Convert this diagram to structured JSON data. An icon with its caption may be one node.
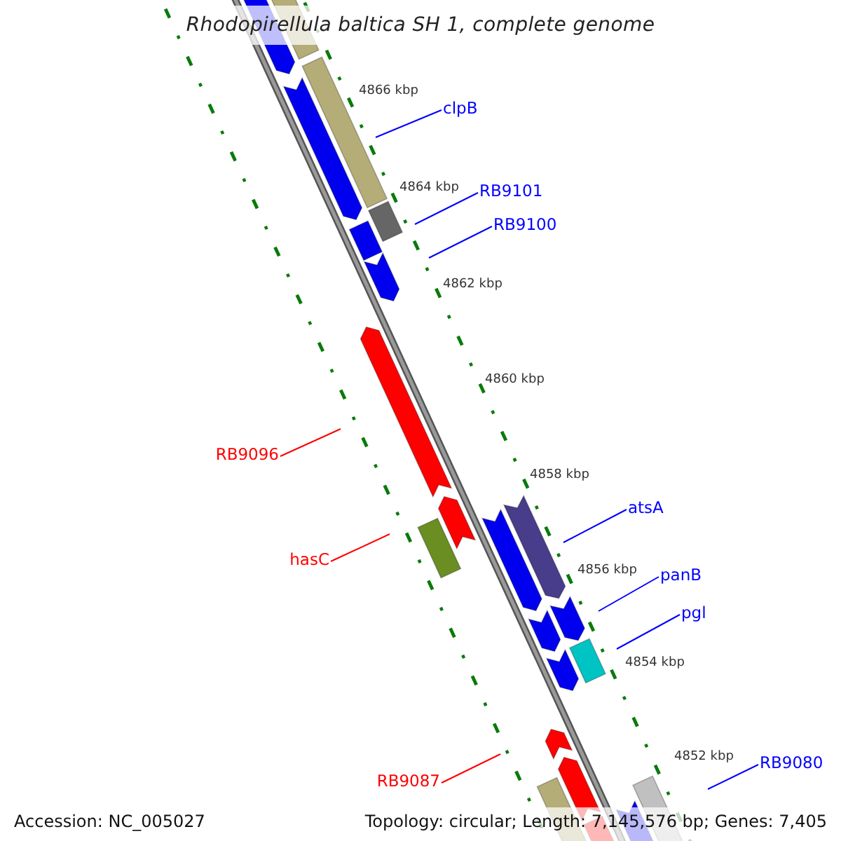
{
  "diagram": {
    "title": "Rhodopirellula baltica SH 1, complete genome",
    "nodes": [
      {
        "text": [
          "clpB"
        ]
      },
      {
        "text": [
          "RB9101"
        ]
      },
      {
        "text": [
          "RB9100"
        ]
      },
      {
        "text": [
          "RB9096"
        ]
      },
      {
        "text": [
          "hasC"
        ]
      },
      {
        "text": [
          "atsA"
        ]
      },
      {
        "text": [
          "panB"
        ]
      },
      {
        "text": [
          "pgl"
        ]
      },
      {
        "text": [
          "RB9087"
        ]
      },
      {
        "text": [
          "RB9080"
        ]
      }
    ],
    "edges": [
      {
        "from": 0,
        "to": null,
        "arrow": "none"
      },
      {
        "from": 1,
        "to": null,
        "arrow": "none"
      },
      {
        "from": 2,
        "to": null,
        "arrow": "none"
      },
      {
        "from": 3,
        "to": null,
        "arrow": "none",
        "color": "#ff0000"
      },
      {
        "from": 4,
        "to": null,
        "arrow": "none",
        "color": "#ff0000"
      },
      {
        "from": 5,
        "to": null,
        "arrow": "none"
      },
      {
        "from": 6,
        "to": null,
        "arrow": "none"
      },
      {
        "from": 7,
        "to": null,
        "arrow": "none"
      },
      {
        "from": 8,
        "to": null,
        "arrow": "none",
        "color": "#ff0000"
      },
      {
        "from": 9,
        "to": null,
        "arrow": "none"
      }
    ],
    "labels": [
      "4866 kbp",
      "4864 kbp",
      "4862 kbp",
      "4860 kbp",
      "4858 kbp",
      "4856 kbp",
      "4854 kbp",
      "4852 kbp",
      "Accession: NC_005027",
      "Topology: circular; Length: 7,145,576 bp; Genes: 7,405"
    ]
  }
}
